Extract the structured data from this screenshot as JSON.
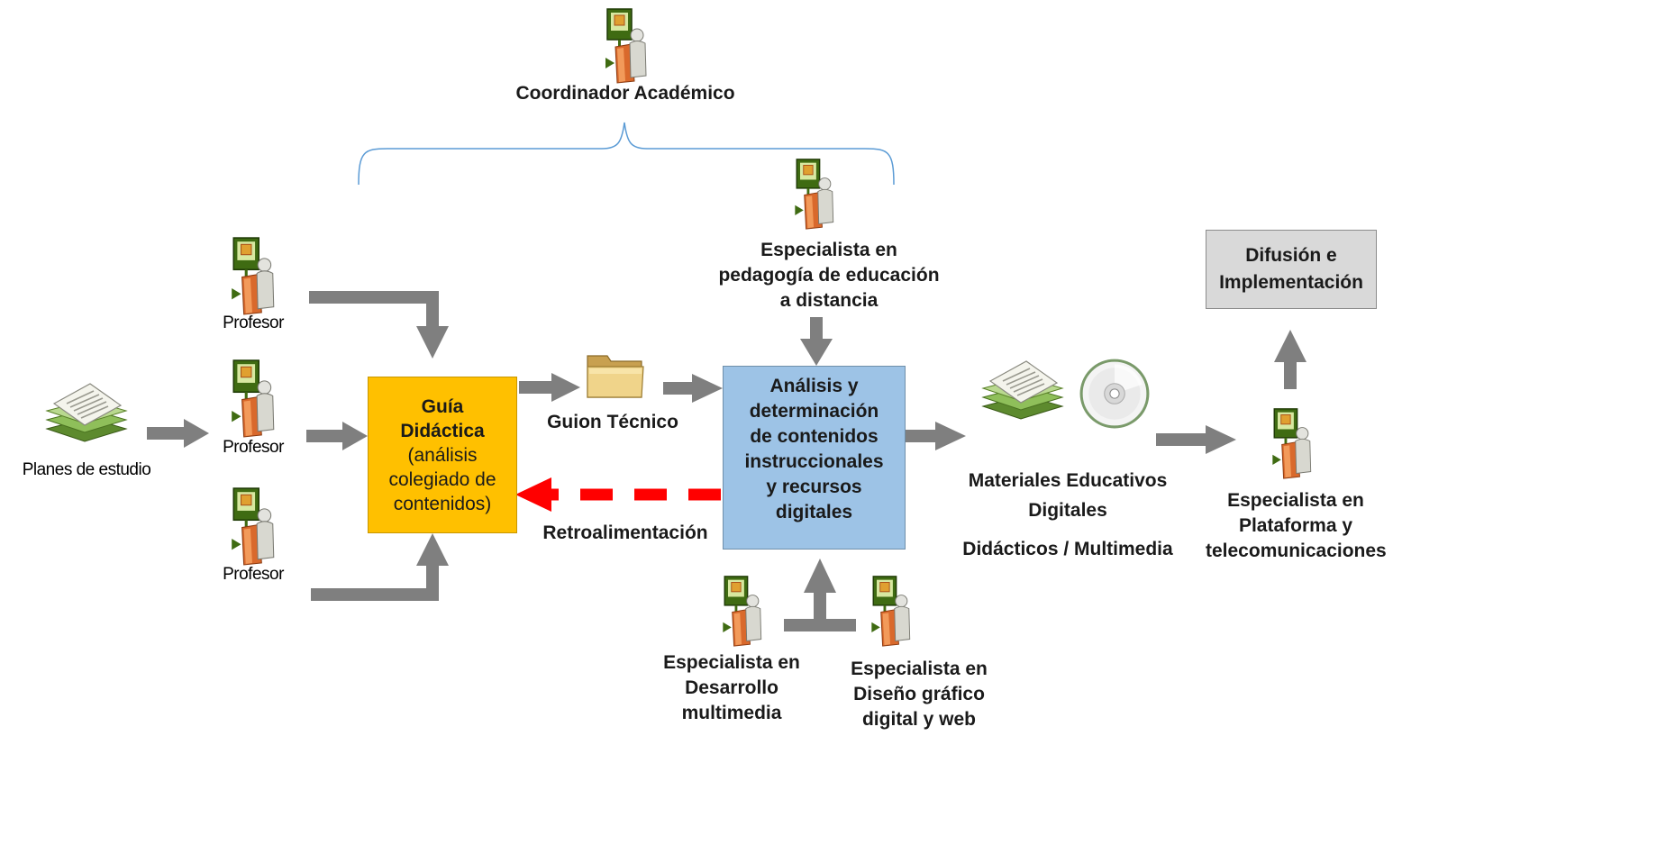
{
  "roles": {
    "coordinator": "Coordinador Académico",
    "professor": "Profesor",
    "pedagogy": [
      "Especialista en",
      "pedagogía de educación",
      "a distancia"
    ],
    "multimedia": [
      "Especialista en",
      "Desarrollo",
      "multimedia"
    ],
    "graphic": [
      "Especialista en",
      "Diseño gráfico",
      "digital y web"
    ],
    "platform": [
      "Especialista en",
      "Plataforma y",
      "telecomunicaciones"
    ]
  },
  "inputs": {
    "study_plans": "Planes de estudio"
  },
  "boxes": {
    "guide": [
      "Guía",
      "Didáctica",
      "(análisis",
      "colegiado de",
      "contenidos)"
    ],
    "analysis": [
      "Análisis  y",
      "determinación",
      "de contenidos",
      "instruccionales",
      "y recursos",
      "digitales"
    ],
    "diffusion": [
      "Difusión e",
      "Implementación"
    ]
  },
  "labels": {
    "script": "Guion Técnico",
    "feedback": "Retroalimentación",
    "materials": [
      "Materiales Educativos",
      "Digitales"
    ],
    "materials_types": "Didácticos / Multimedia"
  },
  "colors": {
    "guide_fill": "#FFC000",
    "analysis_fill": "#9DC3E6",
    "diffusion_fill": "#D9D9D9",
    "arrow": "#7F7F7F",
    "feedback_arrow": "#FF0000",
    "bracket": "#5B9BD5"
  }
}
